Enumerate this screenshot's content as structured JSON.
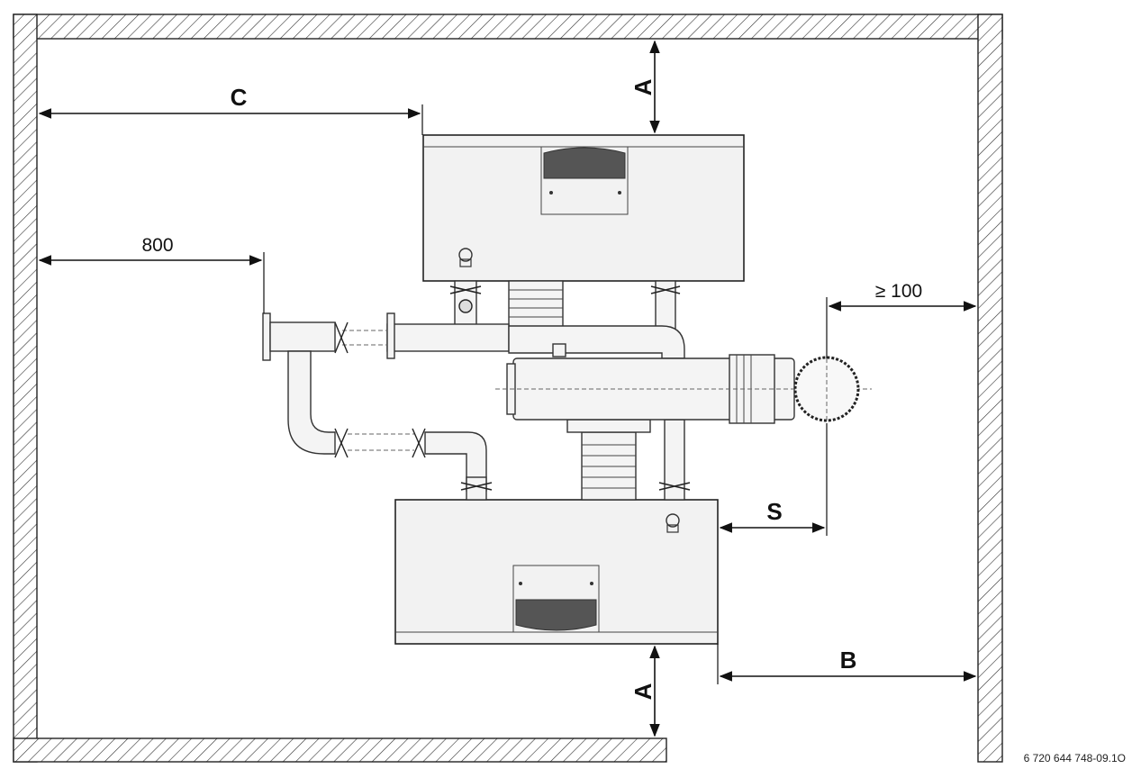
{
  "labels": {
    "clearance_top": "A",
    "clearance_bottom": "A",
    "clearance_left": "C",
    "clearance_right": "B",
    "spacing_s": "S",
    "distance_800": "800",
    "distance_100": "≥ 100"
  },
  "reference_code": "6 720 644 748-09.1O",
  "colors": {
    "line": "#111111",
    "fill": "#f2f2f2"
  }
}
